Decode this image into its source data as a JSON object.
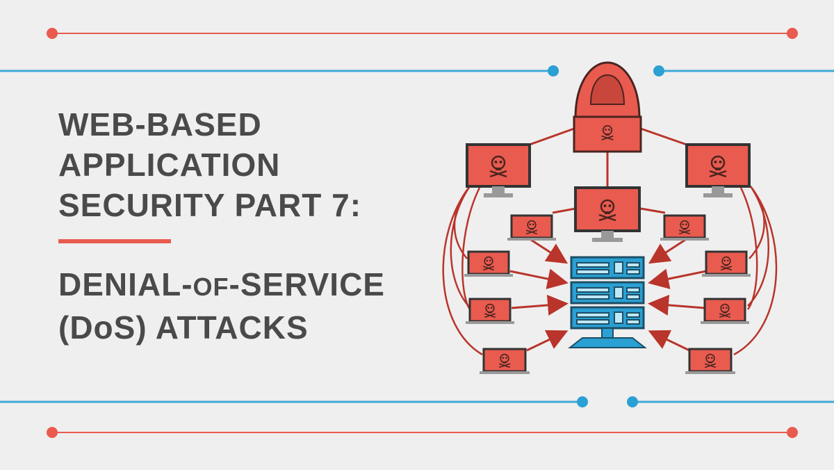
{
  "title": {
    "line1": "WEB-BASED",
    "line2": "APPLICATION",
    "line3": "SECURITY PART 7:",
    "line4_a": "DENIAL-",
    "line4_b": "OF",
    "line4_c": "-SERVICE",
    "line5": "(DoS) ATTACKS"
  },
  "colors": {
    "background": "#efefef",
    "accent_red": "#e95b4f",
    "accent_blue": "#3fa9d5",
    "text": "#4a4a4a",
    "line_red": "#b9342a",
    "server_blue": "#2aa0d3"
  },
  "icons": {
    "attacker": "hooded-hacker-icon",
    "infected_device": "skull-crossbones-icon",
    "target": "server-rack-icon"
  }
}
